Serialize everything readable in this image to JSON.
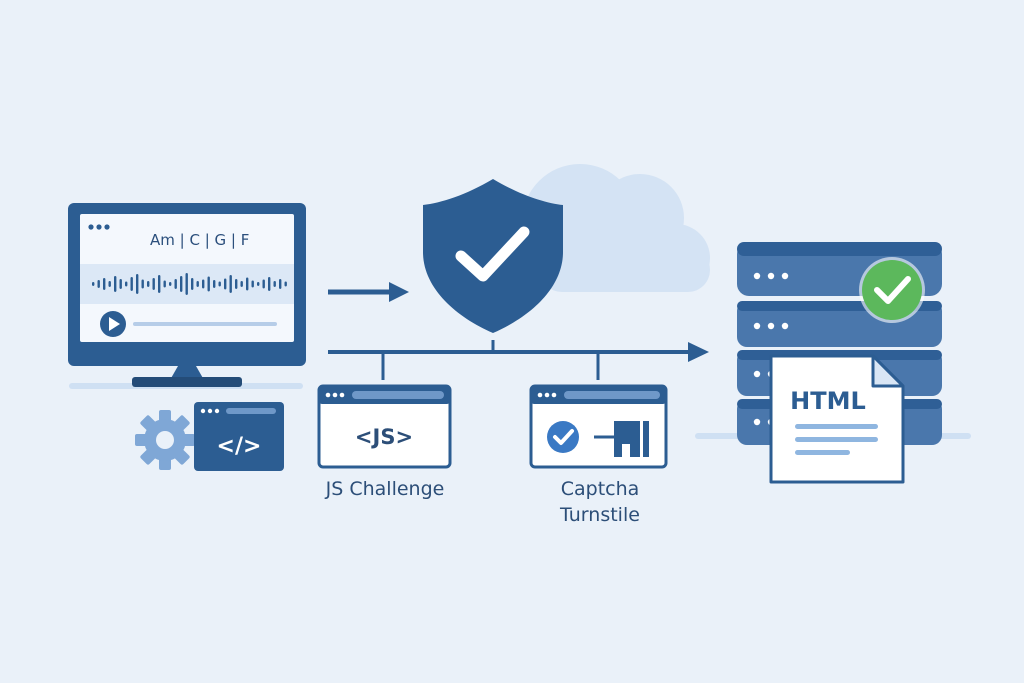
{
  "colors": {
    "background": "#eaf1f9",
    "navy": "#2c5d92",
    "navy_dark": "#244c78",
    "blue_mid": "#4a77ac",
    "blue_light": "#8fb6e0",
    "cloud": "#d4e3f4",
    "check_green": "#5cb85c",
    "white": "#ffffff"
  },
  "player": {
    "chords": "Am | C | G | F"
  },
  "code_window": {
    "code_label": "</>"
  },
  "js_challenge": {
    "window_label": "<JS>",
    "caption": "JS Challenge"
  },
  "captcha": {
    "caption_line1": "Captcha",
    "caption_line2": "Turnstile"
  },
  "server": {
    "document_label": "HTML"
  },
  "icons": [
    "monitor-icon",
    "gear-icon",
    "code-window-icon",
    "shield-check-icon",
    "cloud-icon",
    "browser-window-icon",
    "checkbox-check-icon",
    "server-stack-icon",
    "check-badge-icon",
    "html-document-icon",
    "arrow-icon"
  ]
}
